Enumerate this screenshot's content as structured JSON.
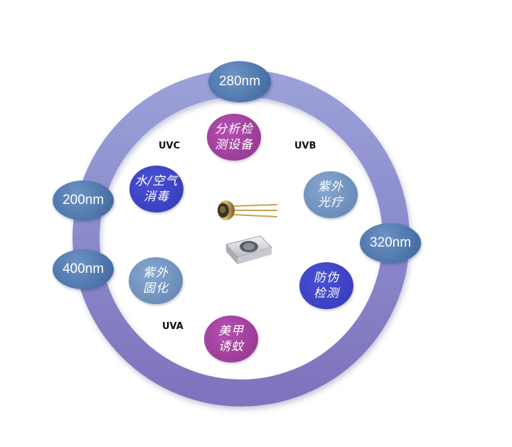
{
  "wavelength_nodes": {
    "top": "280nm",
    "left_upper": "200nm",
    "left_lower": "400nm",
    "right": "320nm"
  },
  "bands": {
    "uvc": "UVC",
    "uvb": "UVB",
    "uva": "UVA"
  },
  "applications": {
    "analysis": "分析检测设备",
    "water_air": "水/空气消毒",
    "phototherapy": "紫外光疗",
    "anti_counterfeit": "防伪检测",
    "curing": "紫外固化",
    "nail": "美甲诱蚊"
  },
  "colors": {
    "ring": "#8f8fd0",
    "node": "#4a72a8",
    "purple_app": "#9a3b96",
    "blue_app": "#3a3fbf",
    "steel_app": "#6a8bb8"
  },
  "icons": {
    "device_1": "to-can-led-icon",
    "device_2": "smd-led-icon"
  }
}
